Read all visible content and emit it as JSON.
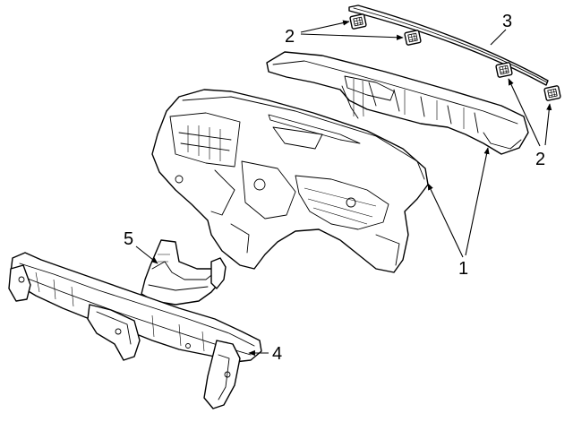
{
  "callouts": {
    "c1": "1",
    "c2a": "2",
    "c2b": "2",
    "c3": "3",
    "c4": "4",
    "c5": "5"
  },
  "colors": {
    "line": "#000000",
    "background": "#ffffff"
  }
}
